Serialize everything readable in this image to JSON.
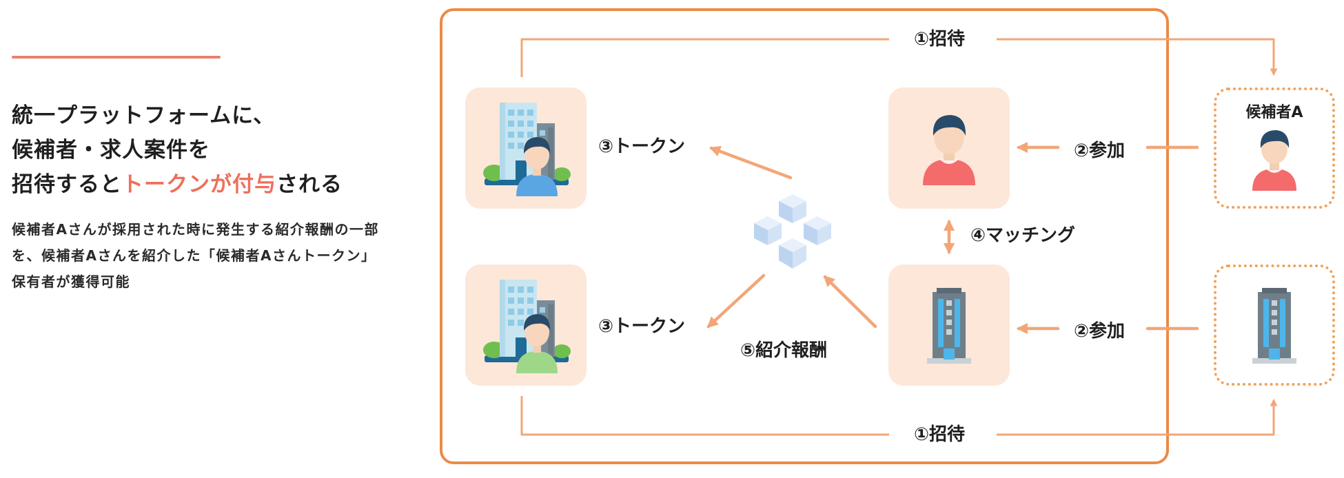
{
  "left_panel": {
    "headline": {
      "line1": "統一プラットフォームに、",
      "line2": "候補者・求人案件を",
      "line3_pre": "招待すると",
      "line3_highlight": "トークンが付与",
      "line3_post": "される"
    },
    "description": "候補者Aさんが採用された時に発生する紹介報酬の一部を、候補者Aさんを紹介した「候補者Aさんトークン」保有者が獲得可能"
  },
  "diagram": {
    "invite_top": "①招待",
    "invite_bottom": "①招待",
    "join_top": "②参加",
    "join_bottom": "②参加",
    "token_top": "③トークン",
    "token_bottom": "③トークン",
    "matching": "④マッチング",
    "referral_reward": "⑤紹介報酬",
    "candidate_label": "候補者A"
  },
  "colors": {
    "frame": "#ec8a45",
    "arrow": "#f2a677",
    "highlight": "#ee6f5a",
    "tile_bg": "#fde7d8",
    "dotted_border": "#f1a158"
  },
  "icons": {
    "company_with_person_shirt_blue": "building-person-icon",
    "company_with_person_shirt_green": "building-person-icon",
    "person": "person-icon",
    "office_building": "office-building-icon",
    "network": "blockchain-cubes-icon"
  }
}
